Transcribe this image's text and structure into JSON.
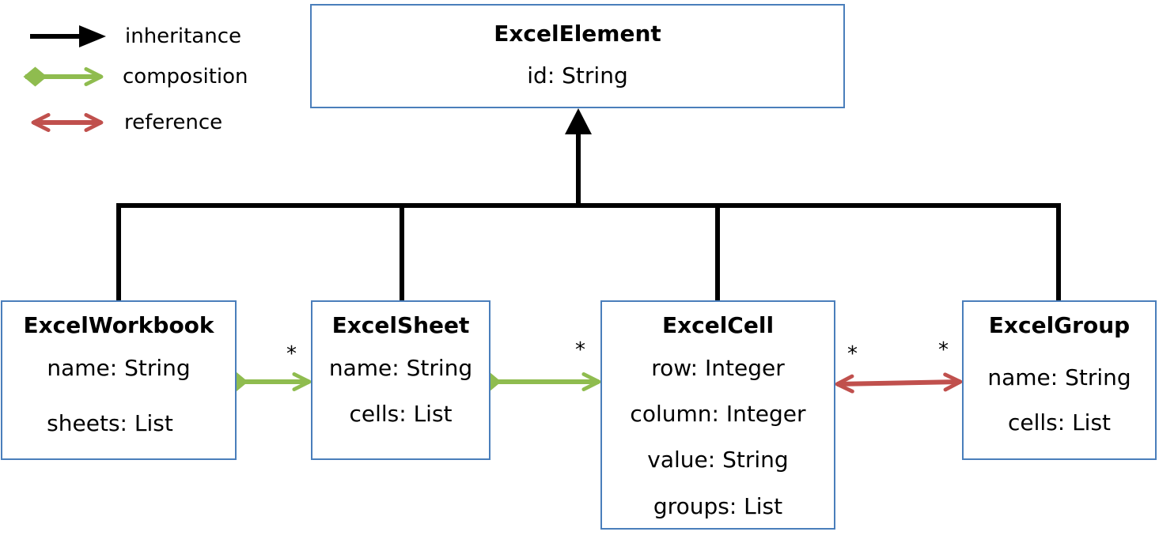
{
  "legend": {
    "inheritance_label": "inheritance",
    "composition_label": "composition",
    "reference_label": "reference"
  },
  "colors": {
    "inheritance": "#000000",
    "composition": "#8fbc4f",
    "reference": "#c0504d",
    "box_border": "#4a7ebb"
  },
  "classes": {
    "element": {
      "name": "ExcelElement",
      "attrs": [
        "id: String"
      ]
    },
    "workbook": {
      "name": "ExcelWorkbook",
      "attrs": [
        "name: String",
        "sheets: List"
      ]
    },
    "sheet": {
      "name": "ExcelSheet",
      "attrs": [
        "name: String",
        "cells: List"
      ]
    },
    "cell": {
      "name": "ExcelCell",
      "attrs": [
        "row: Integer",
        "column: Integer",
        "value: String",
        "groups: List"
      ]
    },
    "group": {
      "name": "ExcelGroup",
      "attrs": [
        "name: String",
        "cells: List"
      ]
    }
  },
  "relations": {
    "workbook_sheet": {
      "kind": "composition",
      "multiplicity": "*"
    },
    "sheet_cell": {
      "kind": "composition",
      "multiplicity": "*"
    },
    "cell_group": {
      "kind": "reference",
      "multiplicity_left": "*",
      "multiplicity_right": "*"
    }
  }
}
